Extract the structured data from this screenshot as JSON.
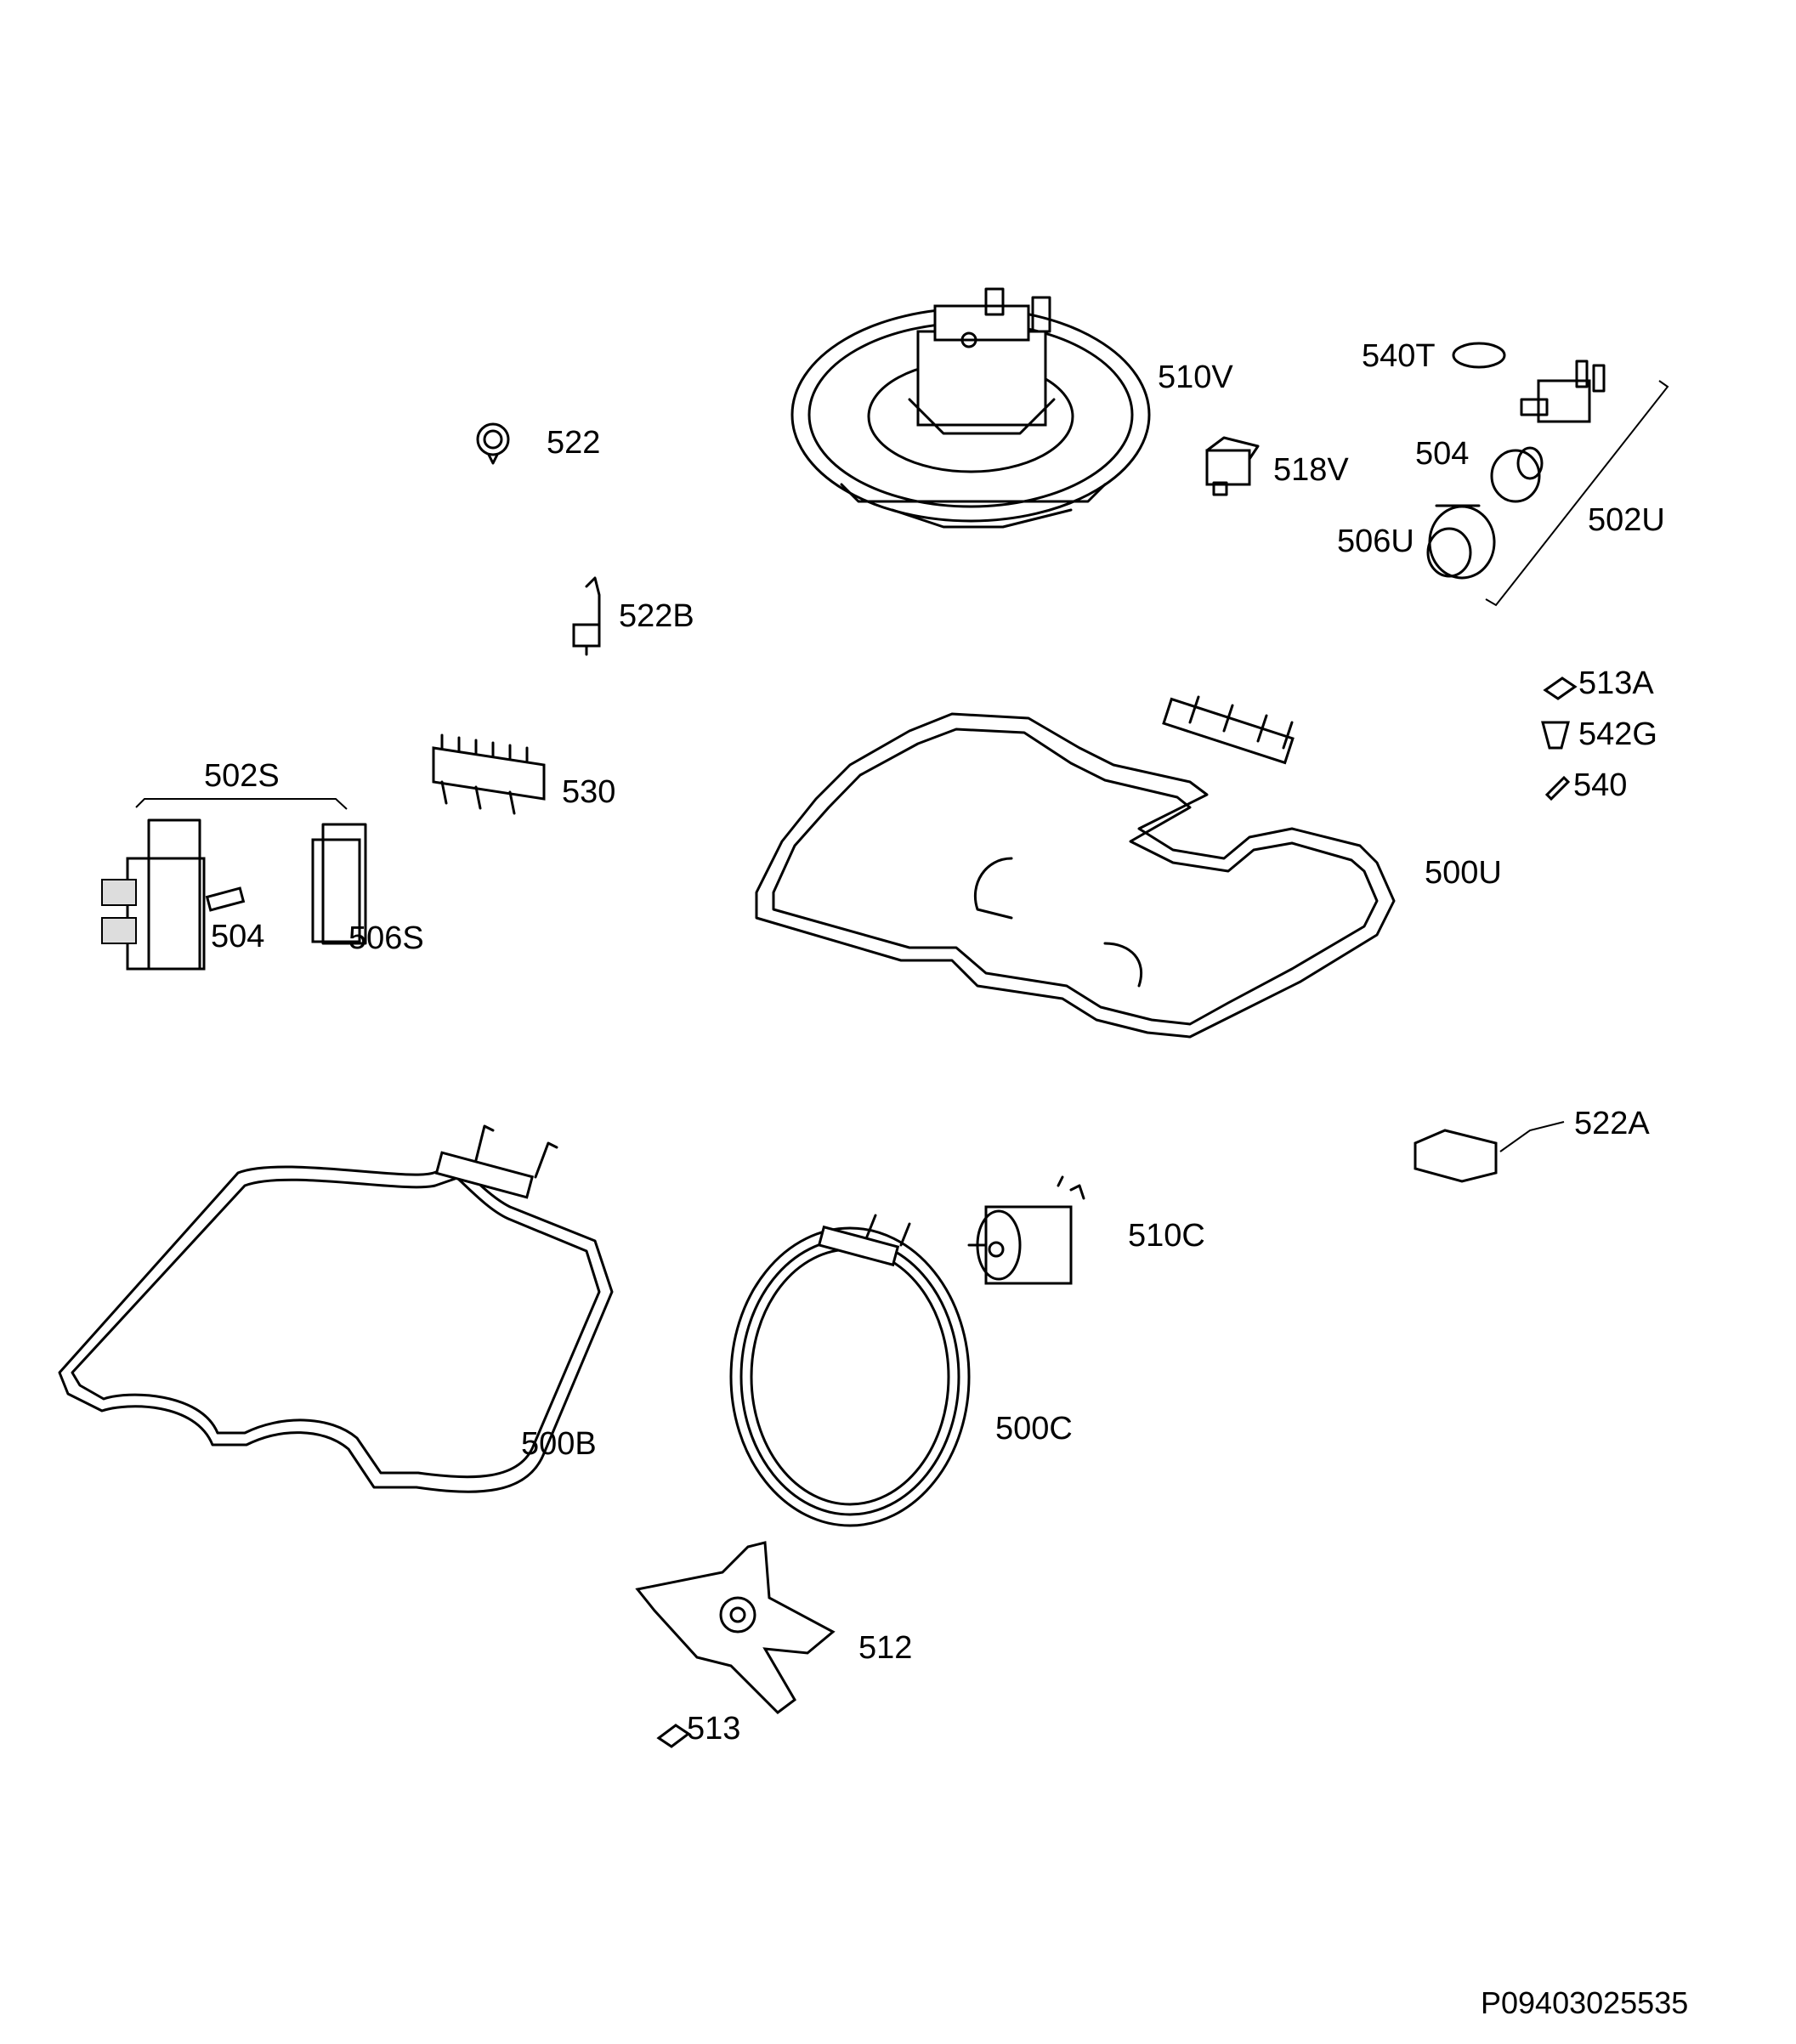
{
  "labels": {
    "l510V": "510V",
    "l540T": "540T",
    "l522": "522",
    "l518V": "518V",
    "l504top": "504",
    "l502U": "502U",
    "l506U": "506U",
    "l522B": "522B",
    "l513A": "513A",
    "l542G": "542G",
    "l540": "540",
    "l502S": "502S",
    "l530": "530",
    "l500U": "500U",
    "l504left": "504",
    "l506S": "506S",
    "l522A": "522A",
    "l510C": "510C",
    "l500B": "500B",
    "l500C": "500C",
    "l512": "512",
    "l513": "513"
  },
  "reference": "P09403025535"
}
